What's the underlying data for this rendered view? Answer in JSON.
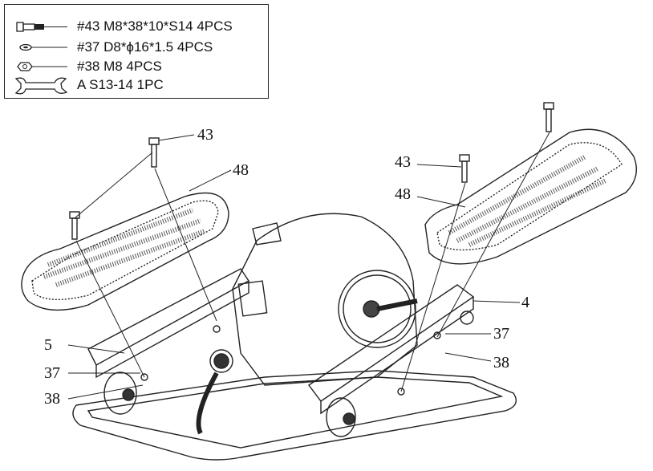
{
  "parts_list": [
    {
      "icon": "bolt-icon",
      "text": "#43  M8*38*10*S14 4PCS"
    },
    {
      "icon": "washer-icon",
      "text": "#37  D8*ϕ16*1.5 4PCS"
    },
    {
      "icon": "nut-icon",
      "text": "#38  M8 4PCS"
    },
    {
      "icon": "wrench-icon",
      "text": "A   S13-14 1PC"
    }
  ],
  "callouts": {
    "bolt_left": "43",
    "pedal_left": "48",
    "bolt_right": "43",
    "pedal_right": "48",
    "rail_right": "4",
    "washer_right": "37",
    "nut_right": "38",
    "rail_left": "5",
    "washer_left": "37",
    "nut_left": "38"
  }
}
